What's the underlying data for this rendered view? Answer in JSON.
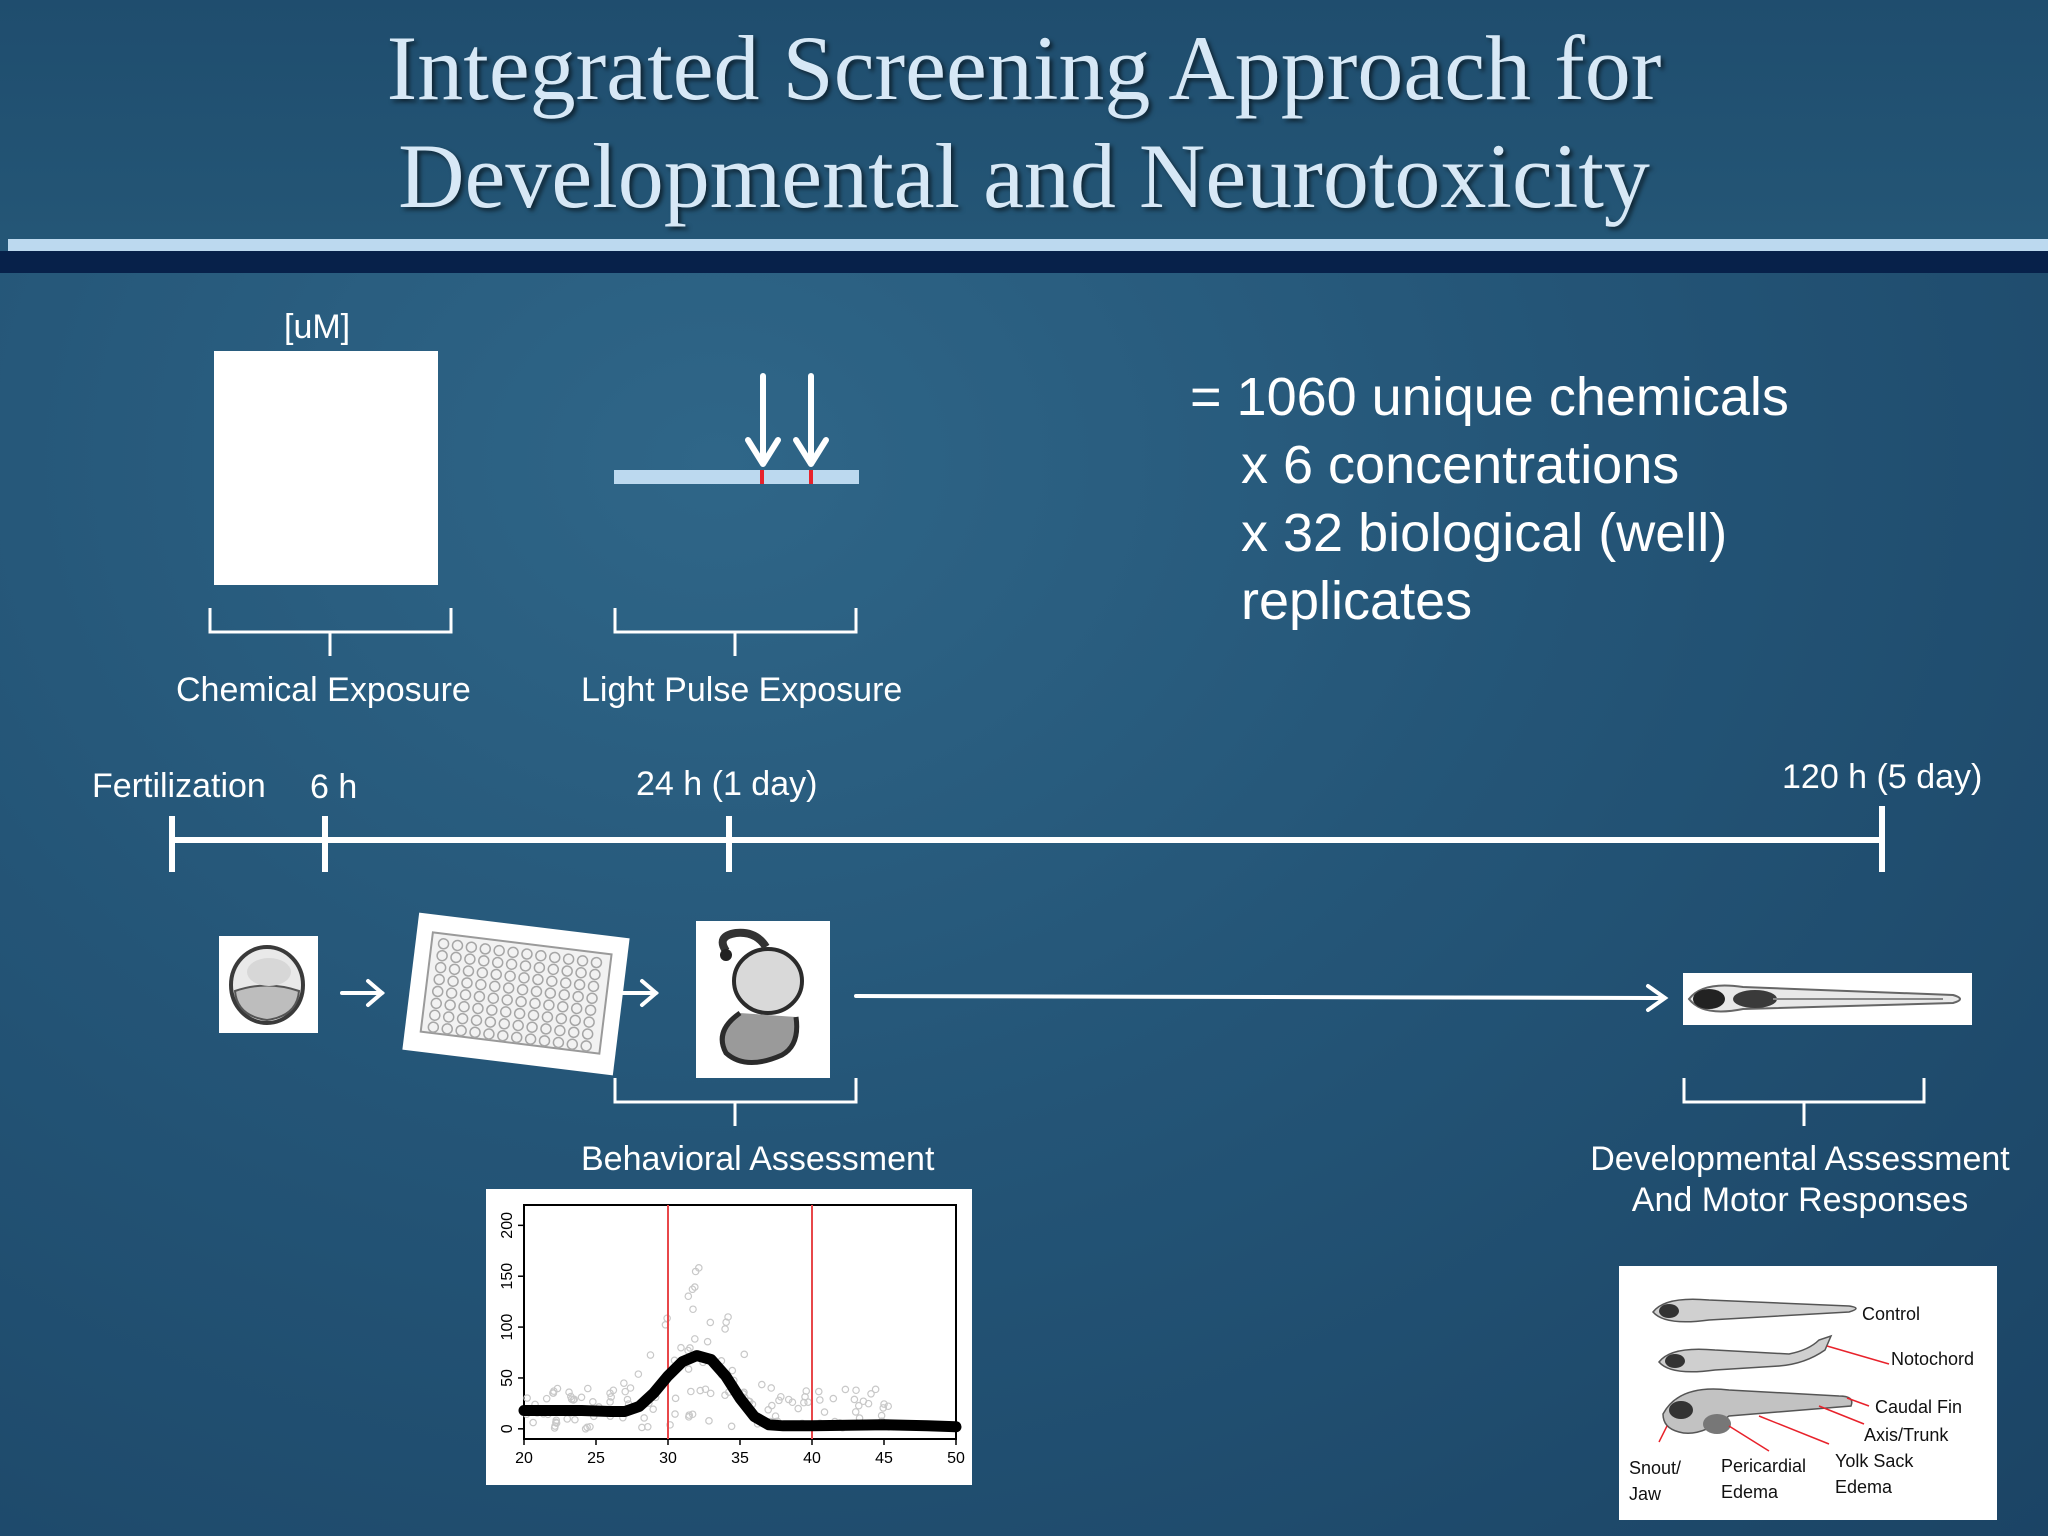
{
  "title": {
    "line1": "Integrated Screening Approach for",
    "line2": "Developmental and Neurotoxicity"
  },
  "exposure": {
    "concentration_label": "[uM]",
    "chemical_label": "Chemical Exposure",
    "light_label": "Light Pulse Exposure"
  },
  "summary": {
    "line1": "= 1060 unique chemicals",
    "line2": "x 6 concentrations",
    "line3": "x 32 biological (well)",
    "line4": "replicates"
  },
  "timeline": {
    "t0": "Fertilization",
    "t1": "6 h",
    "t2": "24 h (1 day)",
    "t3": "120 h (5 day)"
  },
  "assessments": {
    "behavioral": "Behavioral Assessment",
    "developmental_line1": "Developmental Assessment",
    "developmental_line2": "And Motor Responses"
  },
  "behavior_plot": {
    "x_ticks": [
      "20",
      "25",
      "30",
      "35",
      "40",
      "45",
      "50"
    ],
    "y_ticks": [
      "0",
      "50",
      "100",
      "150",
      "200"
    ],
    "marker_lines": [
      30,
      40
    ],
    "curve": [
      [
        20,
        18
      ],
      [
        22,
        18
      ],
      [
        24,
        18
      ],
      [
        26,
        17
      ],
      [
        27,
        17
      ],
      [
        28,
        22
      ],
      [
        29,
        35
      ],
      [
        30,
        52
      ],
      [
        31,
        66
      ],
      [
        32,
        72
      ],
      [
        33,
        68
      ],
      [
        34,
        52
      ],
      [
        35,
        30
      ],
      [
        36,
        12
      ],
      [
        37,
        4
      ],
      [
        38,
        3
      ],
      [
        40,
        3
      ],
      [
        45,
        4
      ],
      [
        48,
        3
      ],
      [
        50,
        2
      ]
    ],
    "colors": {
      "marker": "#e8474a",
      "curve": "#000000",
      "points": "#c8c8c8"
    }
  },
  "phenotypes": {
    "control": "Control",
    "notochord": "Notochord",
    "caudal_fin": "Caudal Fin",
    "axis_trunk": "Axis/Trunk",
    "yolk_sack_1": "Yolk Sack",
    "yolk_sack_2": "Edema",
    "pericardial_1": "Pericardial",
    "pericardial_2": "Edema",
    "snout_1": "Snout/",
    "snout_2": "Jaw"
  },
  "colors": {
    "background": "#245577",
    "title_text": "#d7e8f6",
    "rule_light": "#bcd9ef",
    "rule_dark": "#07214a",
    "light_bar": "#bcd9ef",
    "pulse_tick": "#e8222b"
  }
}
